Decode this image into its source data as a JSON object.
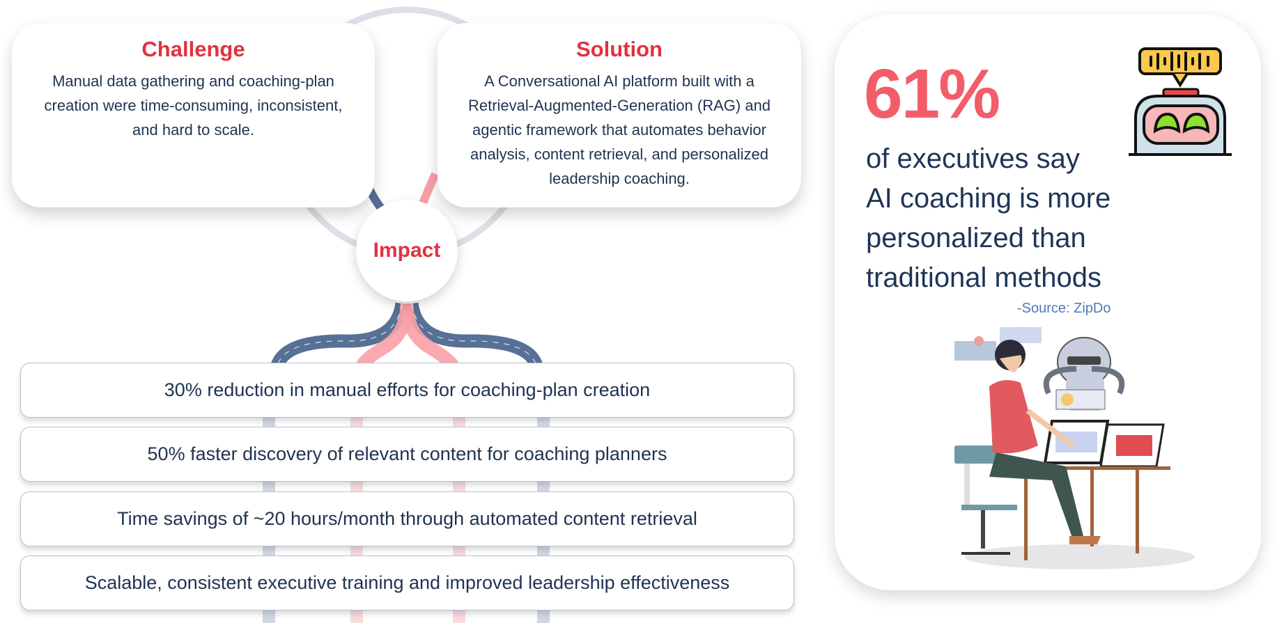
{
  "challenge": {
    "title": "Challenge",
    "body": "Manual data gathering and coaching-plan creation were time-consuming, inconsistent, and hard to scale."
  },
  "solution": {
    "title": "Solution",
    "body": "A Conversational AI platform built with a Retrieval-Augmented-Generation (RAG) and agentic framework that automates behavior analysis, content retrieval, and personalized leadership coaching."
  },
  "impact": {
    "title": "Impact",
    "items": [
      "30% reduction in manual efforts for coaching-plan creation",
      "50% faster discovery of relevant content for coaching planners",
      "Time savings of ~20 hours/month through automated content retrieval",
      "Scalable, consistent executive training and improved leadership effectiveness"
    ]
  },
  "stat": {
    "value": "61%",
    "lines": [
      "of executives say",
      "AI coaching is more",
      "personalized than",
      "traditional methods"
    ],
    "source": "-Source: ZipDo"
  },
  "colors": {
    "accent": "#e0323f",
    "stat": "#f25d68",
    "road_blue": "#577096",
    "road_pink": "#f9a0a7",
    "text": "#1d3557"
  }
}
